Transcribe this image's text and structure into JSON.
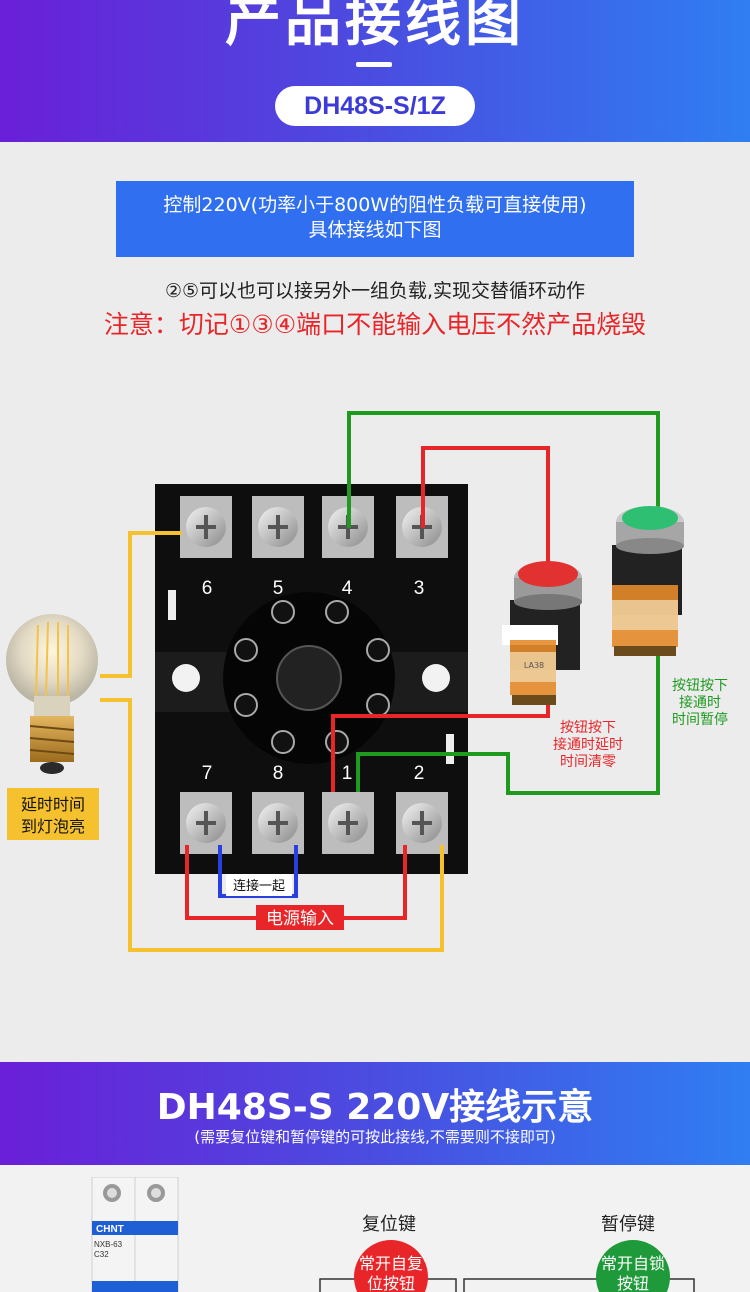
{
  "header": {
    "title": "产品接线图",
    "model": "DH48S-S/1Z"
  },
  "intro": {
    "line1": "控制220V(功率小于800W的阻性负载可直接使用)",
    "line2": "具体接线如下图",
    "note": "②⑤可以也可以接另外一组负载,实现交替循环动作",
    "warning": "注意：切记①③④端口不能输入电压不然产品烧毁"
  },
  "diagram": {
    "terminals_top": [
      "6",
      "5",
      "4",
      "3"
    ],
    "terminals_bottom": [
      "7",
      "8",
      "1",
      "2"
    ],
    "bulb_label_1": "延时时间",
    "bulb_label_2": "到灯泡亮",
    "red_button_label_1": "按钮按下",
    "red_button_label_2": "接通时延时",
    "red_button_label_3": "时间清零",
    "green_button_label_1": "按钮按下",
    "green_button_label_2": "接通时",
    "green_button_label_3": "时间暂停",
    "connect_label": "连接一起",
    "power_label": "电源输入",
    "button_model": "LA38",
    "colors": {
      "red_wire": "#e8262a",
      "green_wire": "#1f9a1f",
      "yellow_wire": "#f6c12f",
      "blue_wire": "#2a3fe0",
      "green_text": "#1f9a1f",
      "red_text": "#e8262a"
    }
  },
  "section2": {
    "title": "DH48S-S 220V接线示意",
    "subtitle": "(需要复位键和暂停键的可按此接线,不需要则不接即可)",
    "breaker_brand": "CHNT",
    "breaker_model": "NXB-63",
    "breaker_rating": "C32",
    "reset_key": "复位键",
    "pause_key": "暂停键",
    "reset_button_text": "常开自复位按钮",
    "pause_button_text": "常开自锁按钮"
  }
}
